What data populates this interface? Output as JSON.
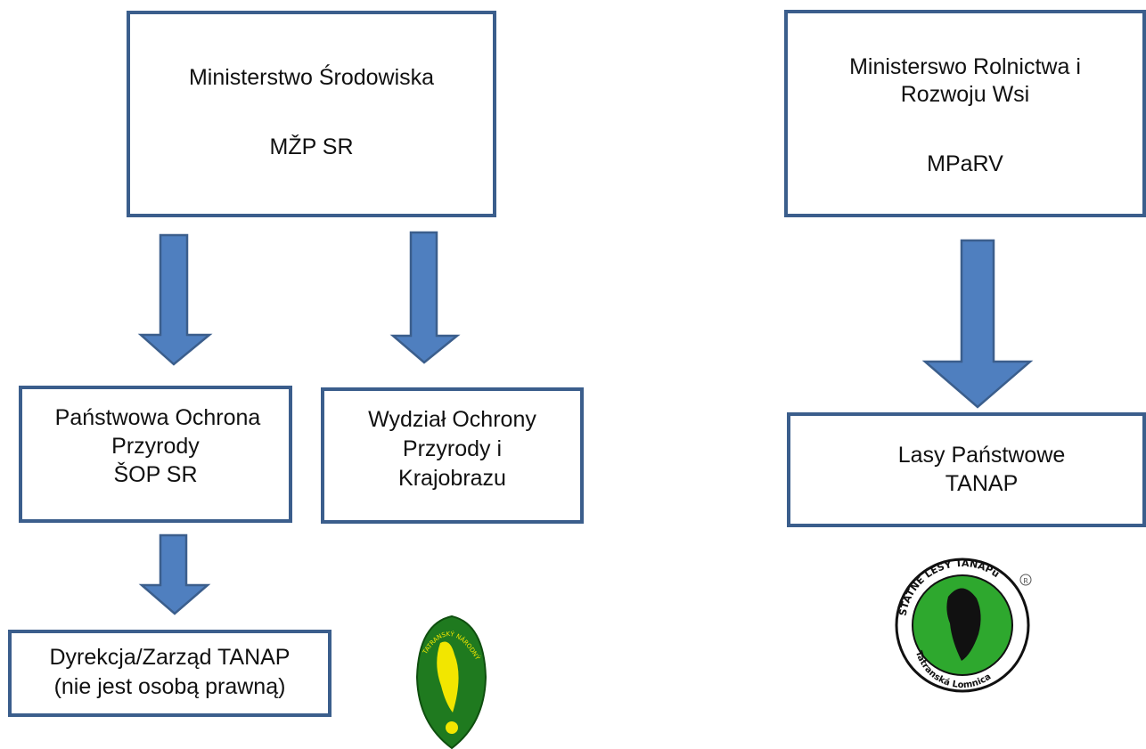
{
  "ministry_env": {
    "name": "Ministerstwo Środowiska",
    "abbr": "MŽP SR"
  },
  "ministry_agri": {
    "name_line1": "Ministerswo Rolnictwa i",
    "name_line2": "Rozwoju Wsi",
    "abbr": "MPaRV"
  },
  "sop": {
    "line1": "Państwowa Ochrona",
    "line2": "Przyrody",
    "line3": "ŠOP SR"
  },
  "dept": {
    "line1": "Wydział Ochrony",
    "line2": "Przyrody i",
    "line3": "Krajobrazu"
  },
  "forests": {
    "line1": "Lasy Państwowe",
    "line2": "TANAP"
  },
  "tanap_admin": {
    "line1": "Dyrekcja/Zarząd TANAP",
    "line2": "(nie jest osobą prawną)"
  },
  "logo_tanap_park": {
    "text": "TATRANSKÝ NÁRODNÝ PARK",
    "colors": {
      "fill": "#1f7a1f",
      "accent": "#f2e600",
      "dark": "#111111"
    }
  },
  "logo_statne_lesy": {
    "text_top": "ŠTÁTNE LESY TANAPu",
    "text_bottom": "Tatranská Lomnica",
    "registered_mark": "R",
    "colors": {
      "fill": "#2ea82e",
      "ring": "#ffffff",
      "dark": "#111111"
    }
  },
  "colors": {
    "border": "#3b5e8c",
    "arrow_fill": "#4f7fbf",
    "arrow_stroke": "#3b5e8c"
  }
}
